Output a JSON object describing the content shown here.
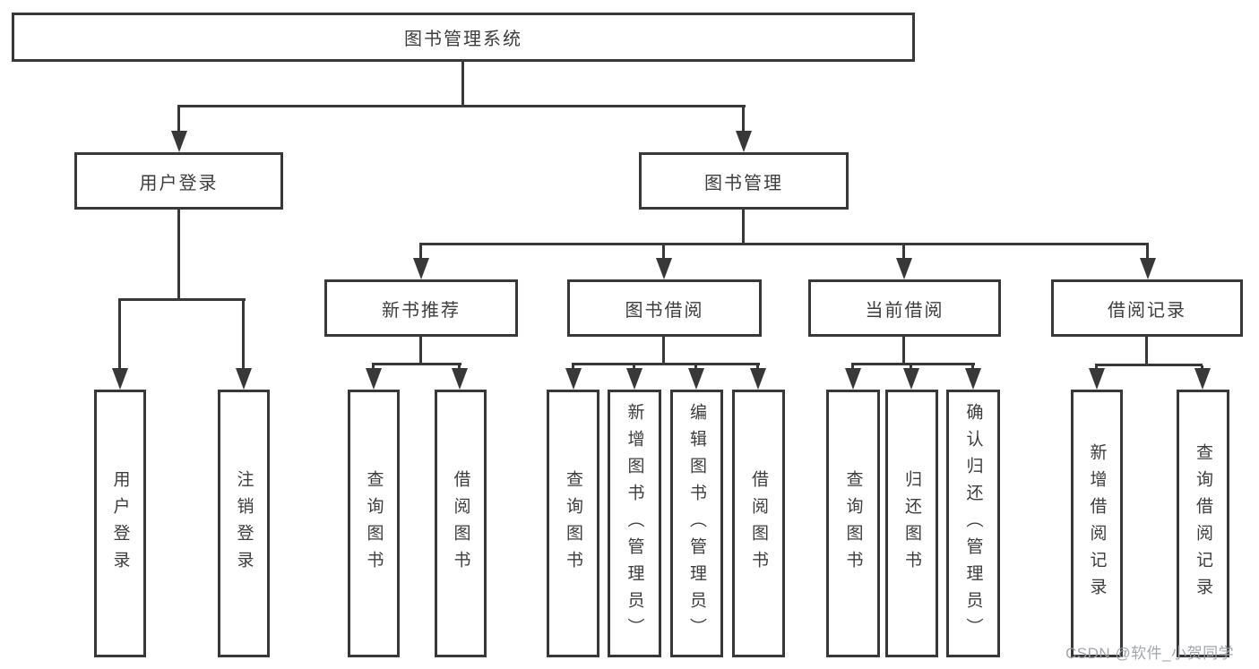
{
  "diagram": {
    "title": "图书管理系统",
    "level2": [
      {
        "label": "用户登录",
        "children": [
          "用户登录",
          "注销登录"
        ]
      },
      {
        "label": "图书管理"
      }
    ],
    "level3": [
      {
        "label": "新书推荐",
        "children": [
          "查询图书",
          "借阅图书"
        ]
      },
      {
        "label": "图书借阅",
        "children": [
          "查询图书",
          "新增图书（管理员）",
          "编辑图书（管理员）",
          "借阅图书"
        ]
      },
      {
        "label": "当前借阅",
        "children": [
          "查询图书",
          "归还图书",
          "确认归还（管理员）"
        ]
      },
      {
        "label": "借阅记录",
        "children": [
          "新增借阅记录",
          "查询借阅记录"
        ]
      }
    ],
    "watermark": "CSDN @软件_小贺同学",
    "colors": {
      "line": "#383838",
      "text": "#3d3d3d",
      "background": "#ffffff",
      "watermark": "#9ea1a8"
    }
  }
}
